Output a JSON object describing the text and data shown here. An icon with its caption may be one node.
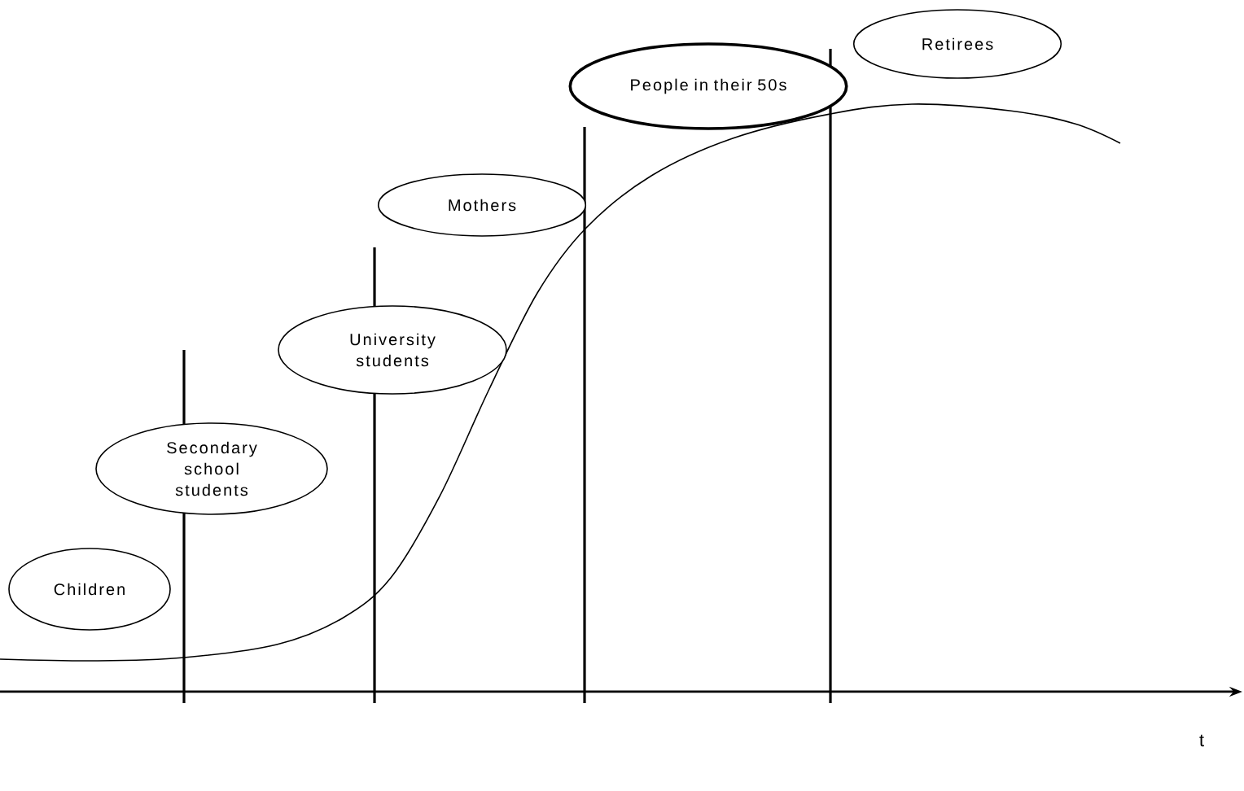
{
  "diagram": {
    "nodes": [
      {
        "text": [
          "Children"
        ]
      },
      {
        "text": [
          "Secondary school students"
        ]
      },
      {
        "text": [
          "University students"
        ]
      },
      {
        "text": [
          "Mothers"
        ]
      },
      {
        "text": [
          "People in their 50s"
        ]
      },
      {
        "text": [
          "Retirees"
        ]
      }
    ],
    "labels": [
      "t"
    ]
  }
}
